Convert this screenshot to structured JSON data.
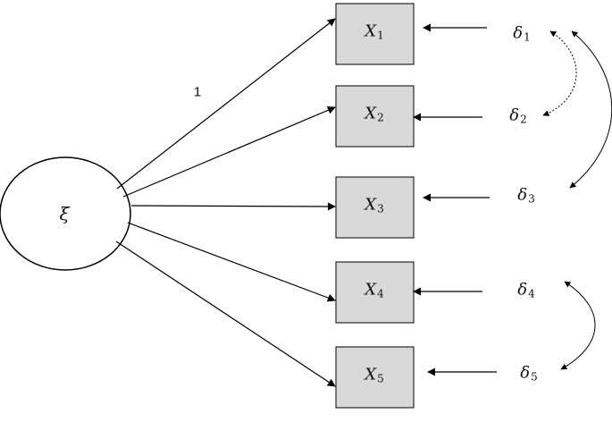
{
  "latent": {
    "symbol": "ξ"
  },
  "indicators": [
    {
      "base": "X",
      "sub": "1"
    },
    {
      "base": "X",
      "sub": "2"
    },
    {
      "base": "X",
      "sub": "3"
    },
    {
      "base": "X",
      "sub": "4"
    },
    {
      "base": "X",
      "sub": "5"
    }
  ],
  "errors": [
    {
      "base": "δ",
      "sub": "1"
    },
    {
      "base": "δ",
      "sub": "2"
    },
    {
      "base": "δ",
      "sub": "3"
    },
    {
      "base": "δ",
      "sub": "4"
    },
    {
      "base": "δ",
      "sub": "5"
    }
  ],
  "loading_label": "1",
  "colors": {
    "box_fill": "#d9d9d9",
    "stroke": "#000000"
  }
}
